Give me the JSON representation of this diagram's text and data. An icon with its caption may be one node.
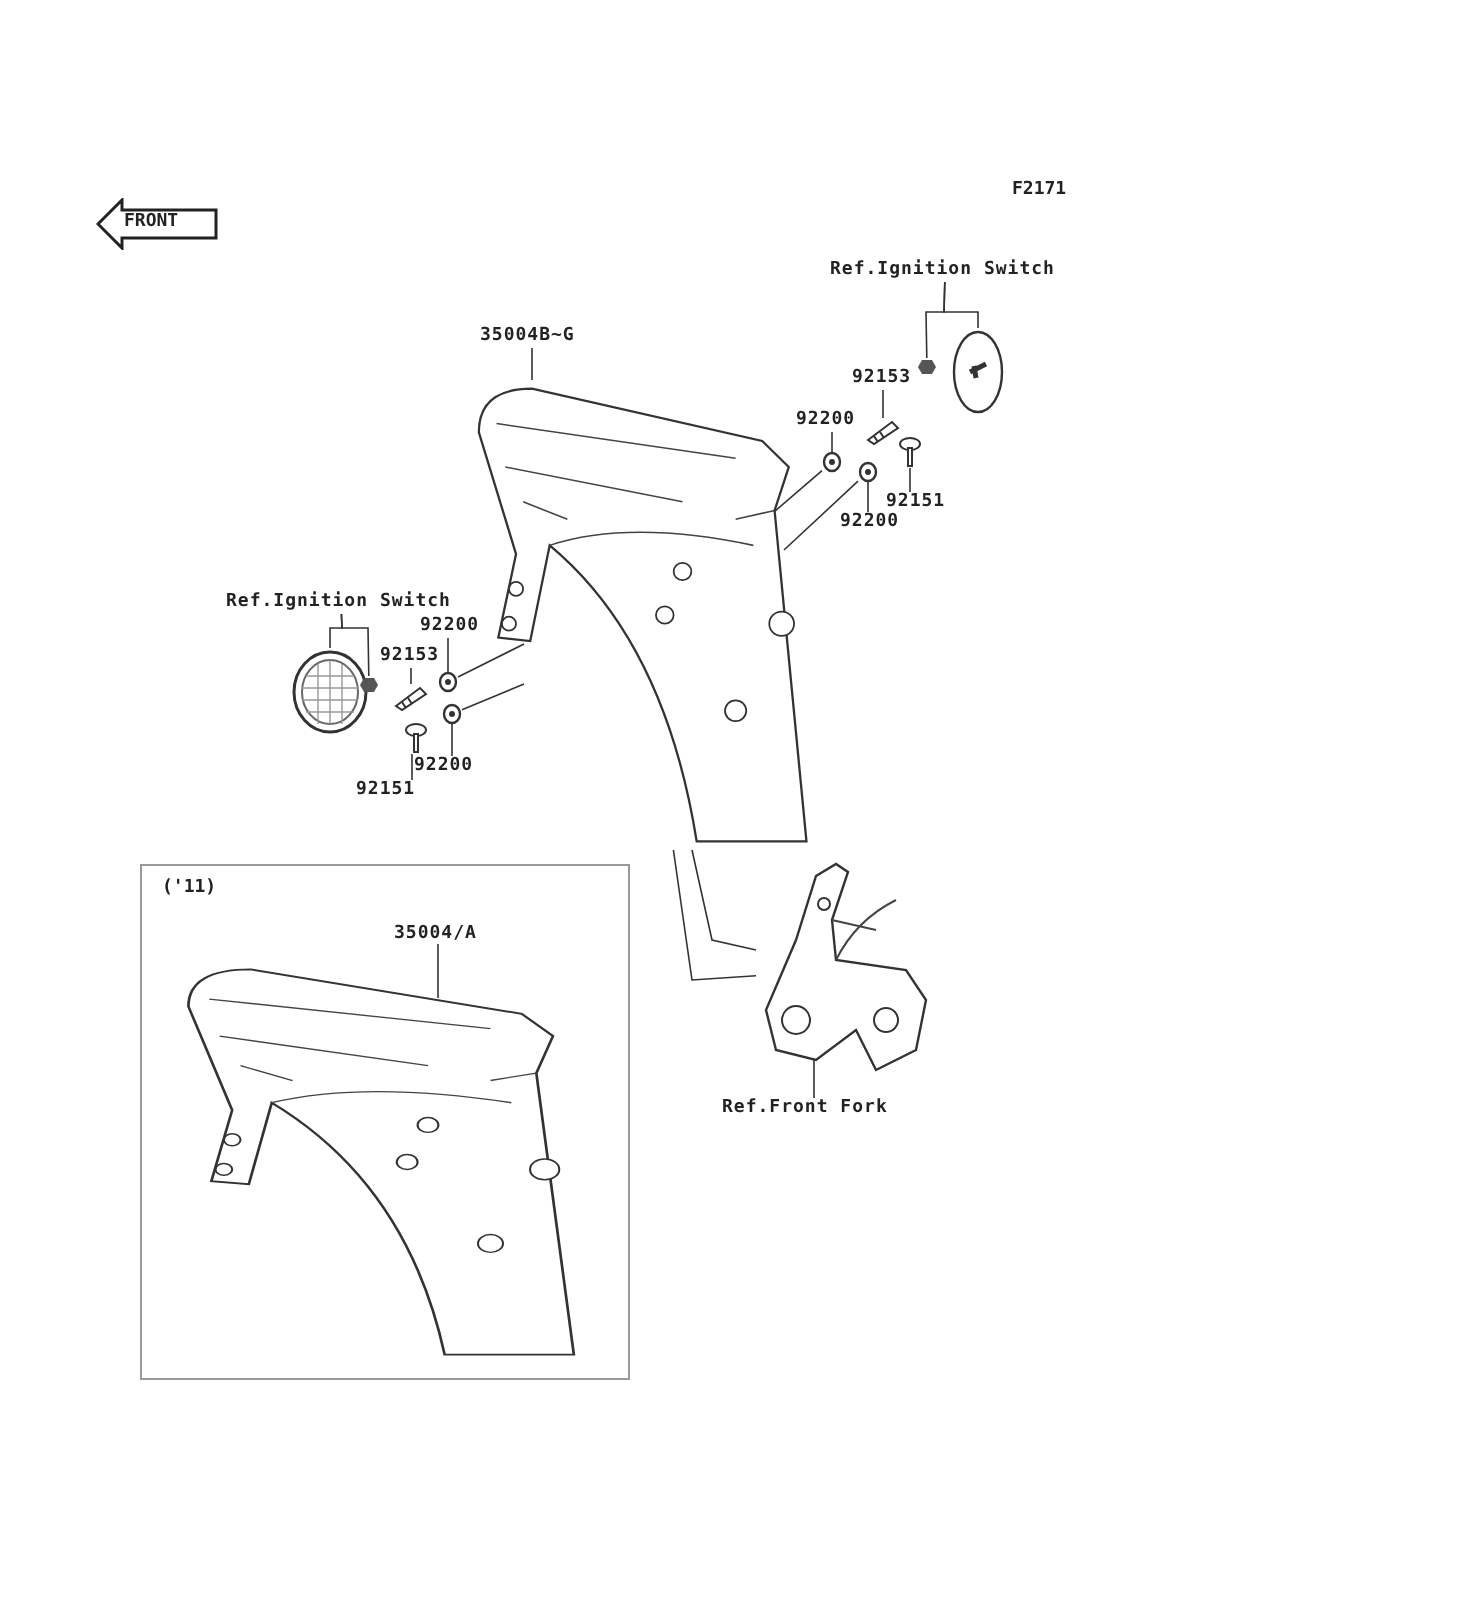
{
  "diagram": {
    "nodes": [
      {
        "text": [
          "35004B~G"
        ]
      },
      {
        "text": [],
        "shape": "picture"
      },
      {
        "text": [
          "Ref.Ignition Switch"
        ]
      },
      {
        "text": [],
        "shape": "picture"
      },
      {
        "text": [],
        "shape": "picture"
      },
      {
        "text": [
          "92153"
        ]
      },
      {
        "text": [],
        "shape": "picture"
      },
      {
        "text": [
          "92200"
        ]
      },
      {
        "text": [],
        "shape": "picture"
      },
      {
        "text": [
          "92151"
        ]
      },
      {
        "text": [],
        "shape": "picture"
      },
      {
        "text": [
          "92200"
        ]
      },
      {
        "text": [],
        "shape": "picture"
      },
      {
        "text": [
          "Ref.Ignition Switch"
        ]
      },
      {
        "text": [],
        "shape": "picture"
      },
      {
        "text": [],
        "shape": "picture"
      },
      {
        "text": [
          "92200"
        ]
      },
      {
        "text": [],
        "shape": "picture"
      },
      {
        "text": [
          "92153"
        ]
      },
      {
        "text": [],
        "shape": "picture"
      },
      {
        "text": [
          "92200"
        ]
      },
      {
        "text": [],
        "shape": "picture"
      },
      {
        "text": [
          "92151"
        ]
      },
      {
        "text": [],
        "shape": "picture"
      },
      {
        "text": [
          "('11)"
        ]
      },
      {
        "text": [
          "35004/A"
        ],
        "in": 24
      },
      {
        "text": [],
        "shape": "picture",
        "in": 24
      },
      {
        "text": [
          "Ref.Front Fork"
        ]
      },
      {
        "text": [],
        "shape": "picture"
      }
    ],
    "edges": [
      {
        "from": 0,
        "to": 1,
        "arrow": "none"
      },
      {
        "from": 2,
        "to": 3,
        "arrow": "none"
      },
      {
        "from": 2,
        "to": 4,
        "arrow": "none"
      },
      {
        "from": 5,
        "to": 6,
        "arrow": "none"
      },
      {
        "from": 7,
        "to": 8,
        "arrow": "none"
      },
      {
        "from": 9,
        "to": 10,
        "arrow": "none"
      },
      {
        "from": 11,
        "to": 12,
        "arrow": "none"
      },
      {
        "from": 13,
        "to": 14,
        "arrow": "none"
      },
      {
        "from": 13,
        "to": 15,
        "arrow": "none"
      },
      {
        "from": 16,
        "to": 17,
        "arrow": "none"
      },
      {
        "from": 18,
        "to": 19,
        "arrow": "none"
      },
      {
        "from": 20,
        "to": 21,
        "arrow": "none"
      },
      {
        "from": 22,
        "to": 23,
        "arrow": "none"
      },
      {
        "from": 25,
        "to": 26,
        "arrow": "none"
      },
      {
        "from": 27,
        "to": 28,
        "arrow": "none"
      },
      {
        "from": 8,
        "to": 1,
        "arrow": "none"
      },
      {
        "from": 12,
        "to": 1,
        "arrow": "none"
      },
      {
        "from": 17,
        "to": 1,
        "arrow": "none"
      },
      {
        "from": 21,
        "to": 1,
        "arrow": "none"
      },
      {
        "from": 1,
        "to": 28,
        "arrow": "none"
      },
      {
        "from": 1,
        "to": 28,
        "arrow": "none"
      }
    ],
    "labels": [
      "F2171",
      "FRONT"
    ]
  }
}
